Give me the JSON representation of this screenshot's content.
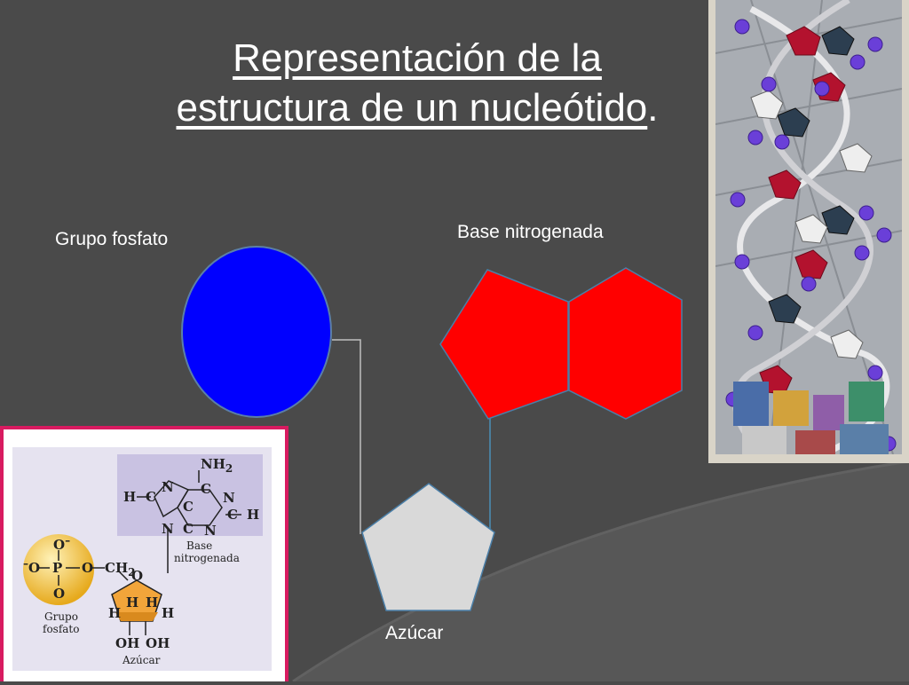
{
  "slide": {
    "title_line1": "Representación de la",
    "title_line2": "estructura de un nucleótido",
    "title_dot": "."
  },
  "labels": {
    "phosphate": "Grupo fosfato",
    "base": "Base nitrogenada",
    "sugar": "Azúcar"
  },
  "colors": {
    "background": "#4a4a4a",
    "phosphate_circle": "#0000ff",
    "base_pentagons": "#ff0000",
    "sugar_pentagon": "#d9d9d9"
  },
  "inset": {
    "nh2": "NH",
    "nh2_sub": "2",
    "base_label_1": "Base",
    "base_label_2": "nitrogenada",
    "phosphate_label_1": "Grupo",
    "phosphate_label_2": "fosfato",
    "sugar_label": "Azúcar",
    "o_top": "O",
    "o_top_charge": "–",
    "o_left": "O",
    "o_left_charge": "–",
    "p": "P",
    "o_right": "O",
    "o_bottom": "O",
    "ch2": "CH",
    "ch2_sub": "2",
    "ring_o": "O",
    "h": "H",
    "oh": "OH",
    "n": "N",
    "c": "C"
  }
}
